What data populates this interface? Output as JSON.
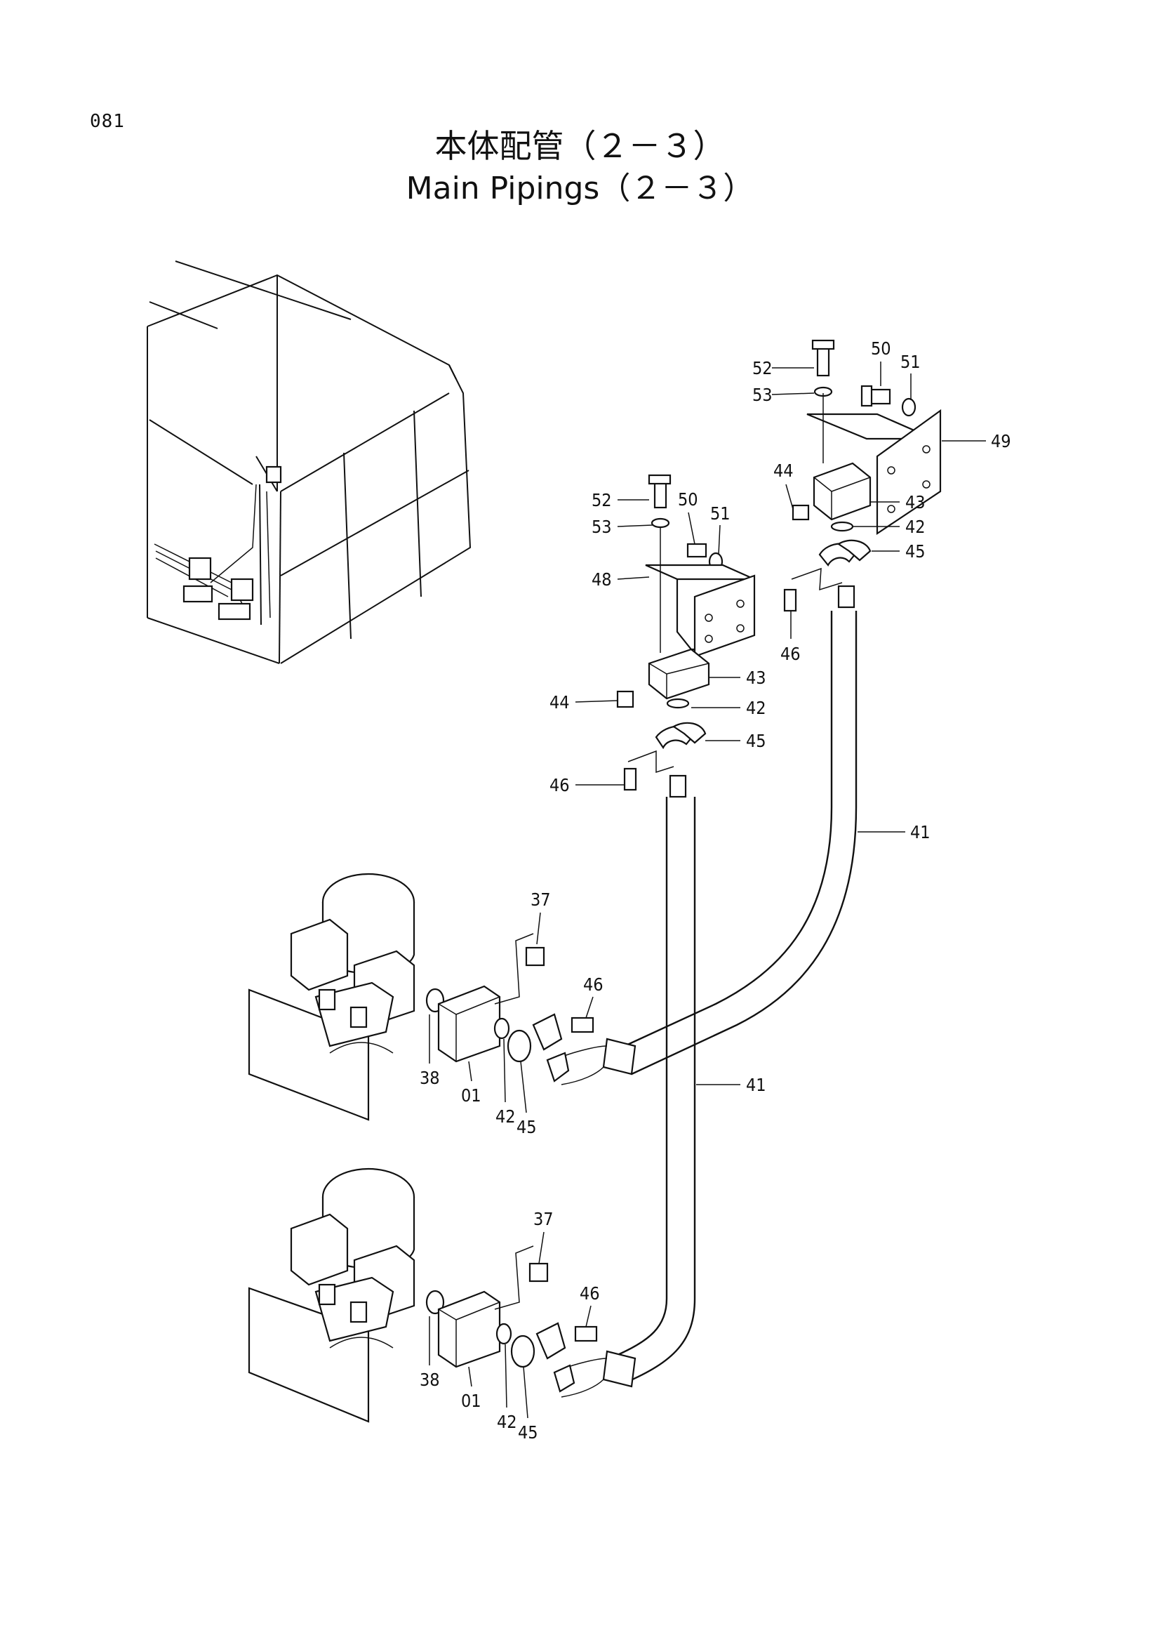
{
  "page_number": "081",
  "title_jp": "本体配管（２－３）",
  "title_en": "Main Pipings（２－３）",
  "part_labels": {
    "p52a": "52",
    "p53a": "53",
    "p50a": "50",
    "p51a": "51",
    "p49": "49",
    "p44a": "44",
    "p43a": "43",
    "p42a": "42",
    "p45a": "45",
    "p46a": "46",
    "p52b": "52",
    "p53b": "53",
    "p50b": "50",
    "p51b": "51",
    "p48": "48",
    "p43b": "43",
    "p44b": "44",
    "p42b": "42",
    "p45b": "45",
    "p46b": "46",
    "p41a": "41",
    "p41b": "41",
    "p37a": "37",
    "p46c": "46",
    "p38a": "38",
    "p01a": "01",
    "p42c": "42",
    "p45c": "45",
    "p37b": "37",
    "p46d": "46",
    "p38b": "38",
    "p01b": "01",
    "p42d": "42",
    "p45d": "45"
  }
}
